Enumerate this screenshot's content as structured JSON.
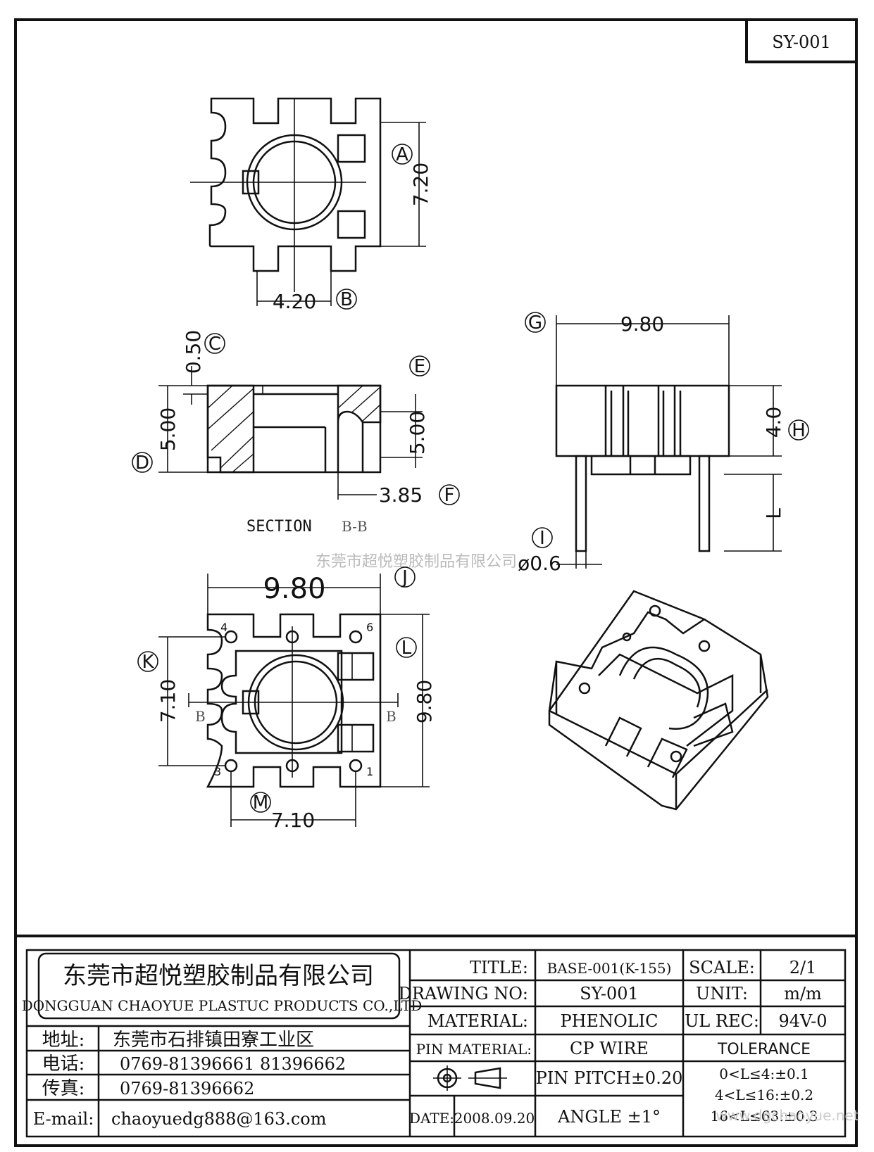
{
  "drawing_code": "SY-001",
  "top_view": {
    "dim_a": "7.20",
    "dim_b": "4.20",
    "label_a": "A",
    "label_b": "B"
  },
  "section_view": {
    "dim_c": "0.50",
    "dim_d": "5.00",
    "dim_e": "5.00",
    "dim_f": "3.85",
    "label_c": "C",
    "label_d": "D",
    "label_e": "E",
    "label_f": "F",
    "caption": "SECTION",
    "caption_suffix": "B-B"
  },
  "side_view": {
    "dim_g": "9.80",
    "dim_h": "4.0",
    "dim_l": "L",
    "dim_i": "ø0.6",
    "label_g": "G",
    "label_h": "H",
    "label_i": "I"
  },
  "bottom_view": {
    "dim_j": "9.80",
    "dim_l": "9.80",
    "dim_k": "7.10",
    "dim_m": "7.10",
    "label_j": "J",
    "label_l": "L",
    "label_k": "K",
    "label_m": "M",
    "pins": [
      "4",
      "6",
      "3",
      "1"
    ],
    "section_mark": "B"
  },
  "watermark": "东莞市超悦塑胶制品有限公司",
  "watermark_url": "www.dgchaoyue.net",
  "title_block": {
    "company_cn": "东莞市超悦塑胶制品有限公司",
    "company_en": "DONGGUAN CHAOYUE PLASTUC PRODUCTS CO.,LTD",
    "address_label": "地址:",
    "address": "东莞市石排镇田寮工业区",
    "phone_label": "电话:",
    "phone": "0769-81396661   81396662",
    "fax_label": "传真:",
    "fax": "0769-81396662",
    "email_label": "E-mail:",
    "email": "chaoyuedg888@163.com",
    "title_label": "TITLE:",
    "title": "BASE-001(K-155)",
    "drawing_no_label": "DRAWING NO:",
    "drawing_no": "SY-001",
    "material_label": "MATERIAL:",
    "material": "PHENOLIC",
    "pin_material_label": "PIN MATERIAL:",
    "pin_material": "CP WIRE",
    "pin_pitch": "PIN PITCH±0.20",
    "angle": "ANGLE  ±1°",
    "date_label": "DATE:",
    "date": "2008.09.20",
    "scale_label": "SCALE:",
    "scale": "2/1",
    "unit_label": "UNIT:",
    "unit": "m/m",
    "ul_label": "UL REC:",
    "ul": "94V-0",
    "tolerance_label": "TOLERANCE",
    "tol_1": "0<L≤4:±0.1",
    "tol_2": "4<L≤16:±0.2",
    "tol_3": "16<L≤63:±0.3"
  }
}
